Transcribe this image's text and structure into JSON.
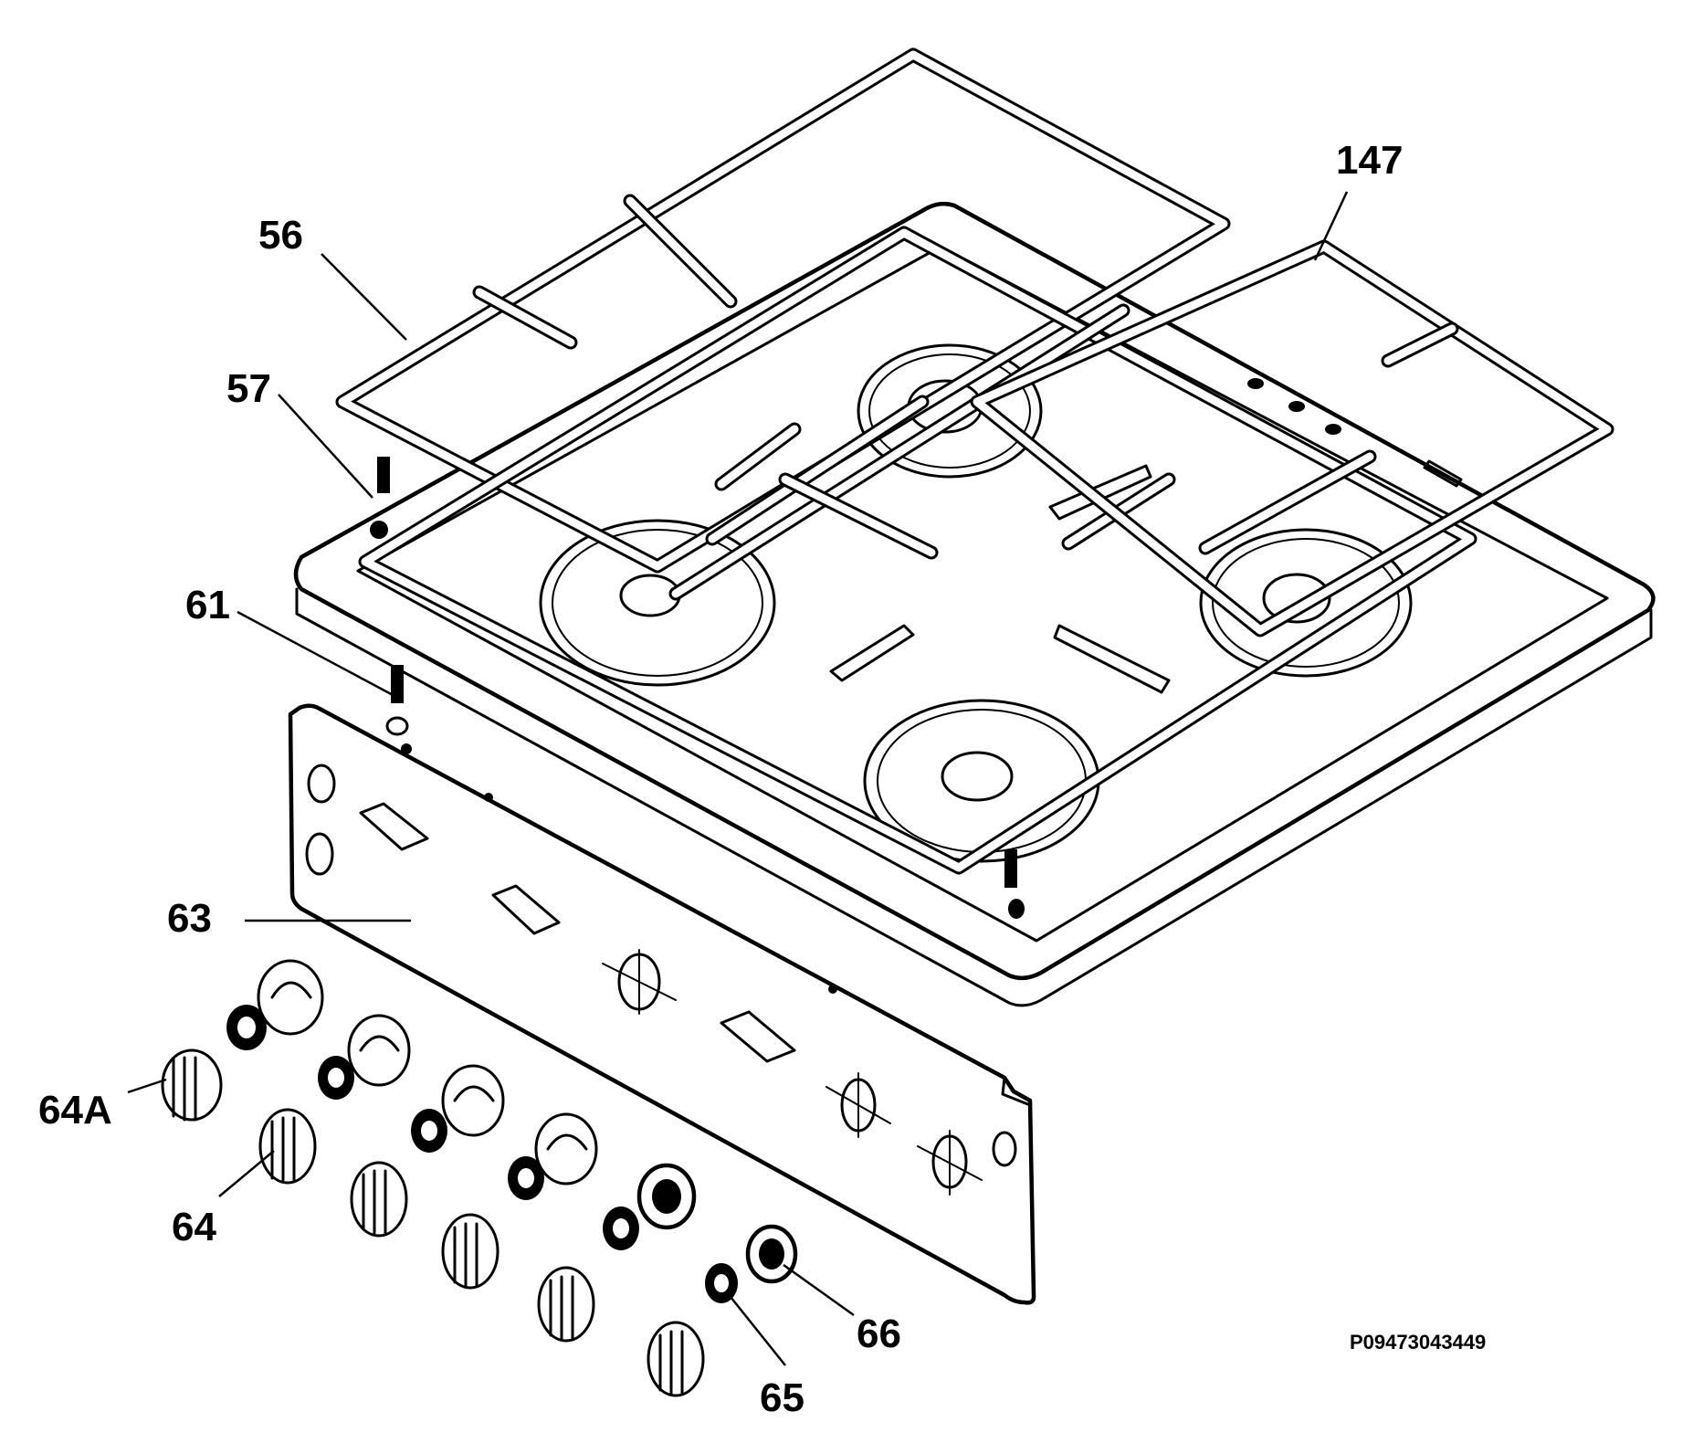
{
  "labels": {
    "l147": "147",
    "l56": "56",
    "l57": "57",
    "l61": "61",
    "l63": "63",
    "l64a": "64A",
    "l64": "64",
    "l65": "65",
    "l66": "66"
  },
  "part_code": "P09473043449",
  "colors": {
    "ink": "#000000",
    "background": "#ffffff"
  }
}
